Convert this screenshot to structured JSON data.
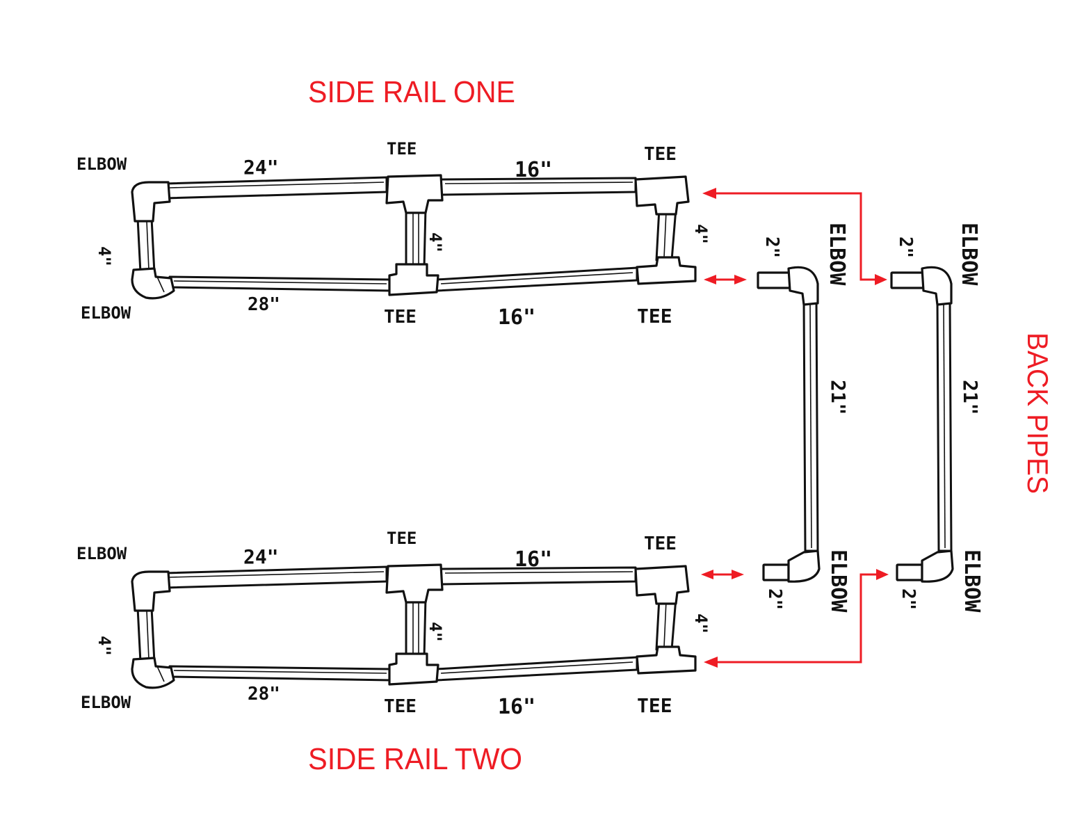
{
  "titles": {
    "rail_one": "SIDE RAIL ONE",
    "rail_two": "SIDE RAIL TWO",
    "back": "BACK PIPES"
  },
  "rail": {
    "elbow": "ELBOW",
    "tee": "TEE",
    "top_left_pipe": "24\"",
    "top_right_pipe": "16\"",
    "bottom_left_pipe": "28\"",
    "bottom_right_pipe": "16\"",
    "vertical_pipe": "4\""
  },
  "back_pipe": {
    "elbow": "ELBOW",
    "stub": "2\"",
    "long": "21\""
  },
  "colors": {
    "ink": "#111111",
    "annotation": "#ee1c24"
  }
}
